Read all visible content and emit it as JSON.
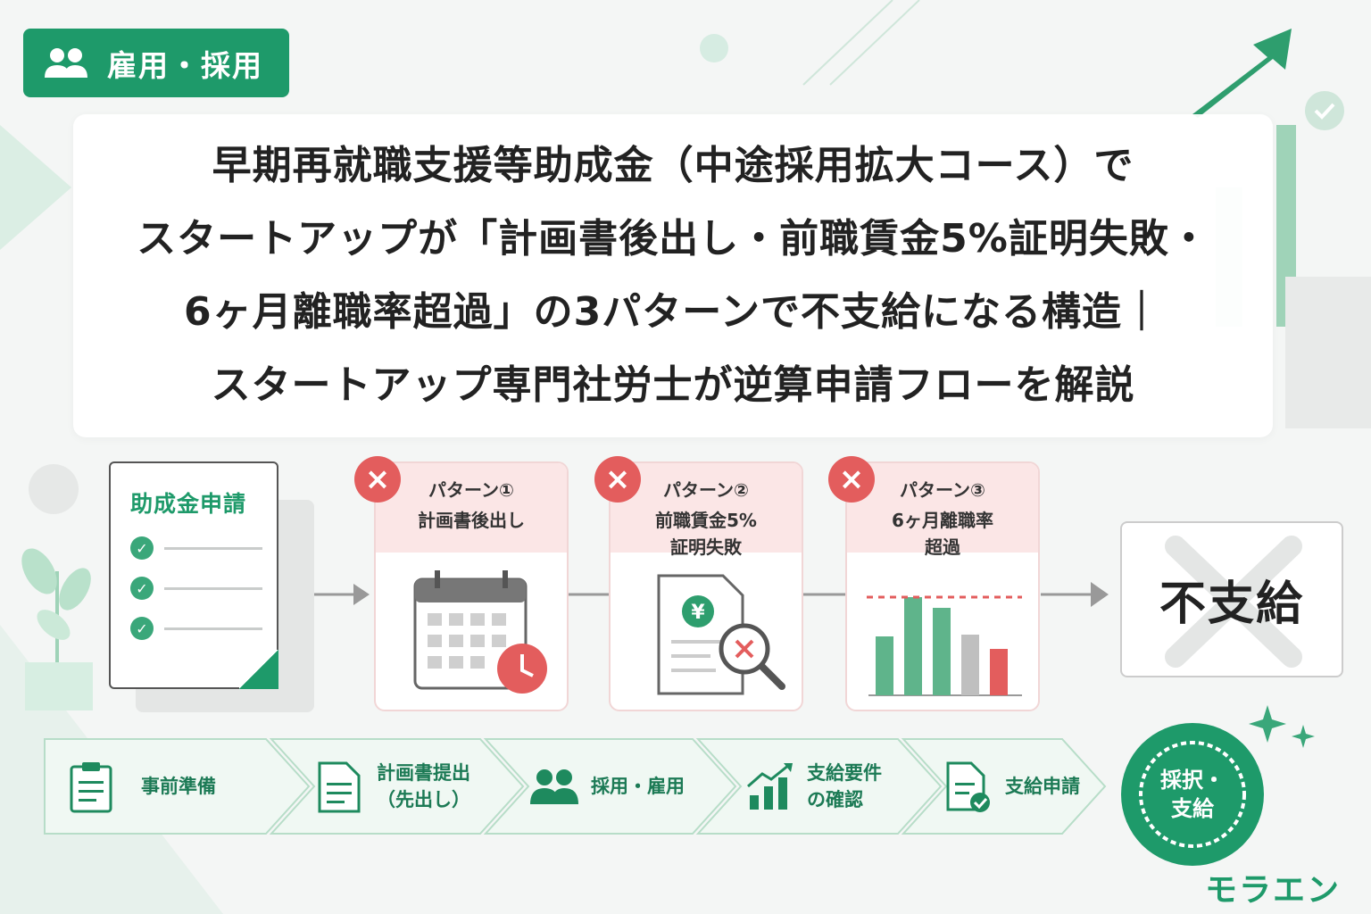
{
  "category": {
    "label": "雇用・採用",
    "icon": "people-icon"
  },
  "title": {
    "lines": [
      "早期再就職支援等助成金（中途採用拡大コース）で",
      "スタートアップが「計画書後出し・前職賃金5%証明失敗・",
      "6ヶ月離職率超過」の3パターンで不支給になる構造｜",
      "スタートアップ専門社労士が逆算申請フローを解説"
    ]
  },
  "application_doc": {
    "title": "助成金申請",
    "icon": "document-checklist-icon"
  },
  "patterns": [
    {
      "label": "パターン①",
      "desc_lines": [
        "計画書後出し"
      ],
      "icon": "calendar-clock-icon"
    },
    {
      "label": "パターン②",
      "desc_lines": [
        "前職賃金5%",
        "証明失敗"
      ],
      "icon": "yen-document-magnifier-icon"
    },
    {
      "label": "パターン③",
      "desc_lines": [
        "6ヶ月離職率",
        "超過"
      ],
      "icon": "bar-chart-threshold-icon"
    }
  ],
  "result": {
    "label": "不支給"
  },
  "flow_steps": [
    {
      "lines": [
        "事前準備"
      ],
      "icon": "clipboard-icon"
    },
    {
      "lines": [
        "計画書提出",
        "（先出し）"
      ],
      "icon": "document-icon"
    },
    {
      "lines": [
        "採用・雇用"
      ],
      "icon": "people-icon"
    },
    {
      "lines": [
        "支給要件",
        "の確認"
      ],
      "icon": "growth-chart-icon"
    },
    {
      "lines": [
        "支給申請"
      ],
      "icon": "document-check-icon"
    }
  ],
  "final_seal": {
    "label": "採択・\n支給",
    "icon": "award-seal-icon"
  },
  "brand": {
    "name": "モラエン"
  },
  "colors": {
    "primary": "#1e9a6a",
    "danger": "#e35d5d",
    "pattern_bg": "#fbe6e6"
  }
}
